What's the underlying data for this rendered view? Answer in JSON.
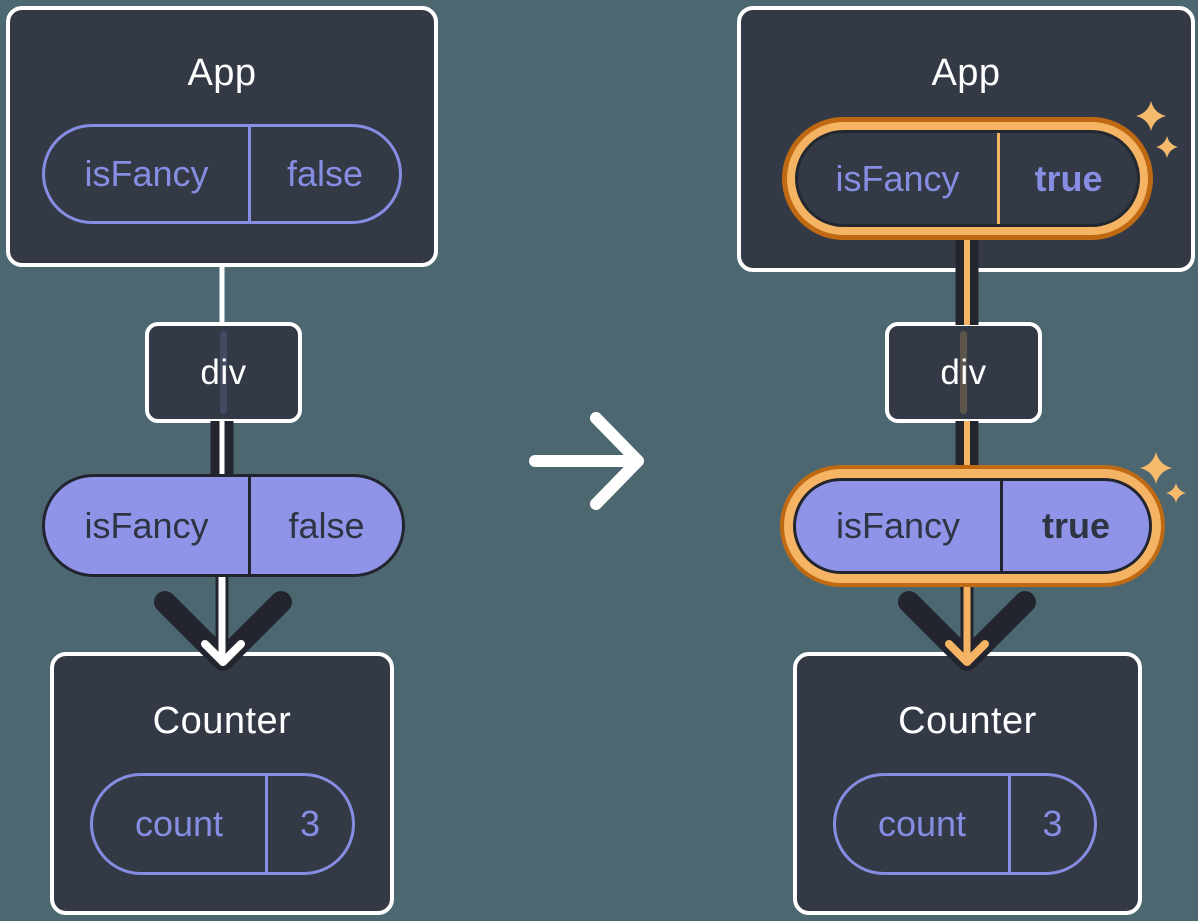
{
  "diagram": {
    "before": {
      "app": {
        "title": "App",
        "prop": {
          "name": "isFancy",
          "value": "false"
        }
      },
      "container": {
        "label": "div"
      },
      "passed_prop": {
        "name": "isFancy",
        "value": "false"
      },
      "counter": {
        "title": "Counter",
        "state": {
          "name": "count",
          "value": "3"
        }
      }
    },
    "after": {
      "app": {
        "title": "App",
        "prop": {
          "name": "isFancy",
          "value": "true"
        }
      },
      "container": {
        "label": "div"
      },
      "passed_prop": {
        "name": "isFancy",
        "value": "true"
      },
      "counter": {
        "title": "Counter",
        "state": {
          "name": "count",
          "value": "3"
        }
      }
    }
  },
  "icons": {
    "transition_arrow": "right-arrow",
    "sparkle": "four-point-sparkle"
  },
  "colors": {
    "page_bg": "#4d6771",
    "card_bg": "#333a46",
    "purple": "#868de2",
    "purple_fill": "#8f94e8",
    "ink_dark": "#2e3442",
    "line_dark": "#22252e",
    "orange_light": "#f5b463",
    "orange_dark": "#bf6a12",
    "sparkle": "#f5ba6b",
    "white": "#ffffff"
  }
}
